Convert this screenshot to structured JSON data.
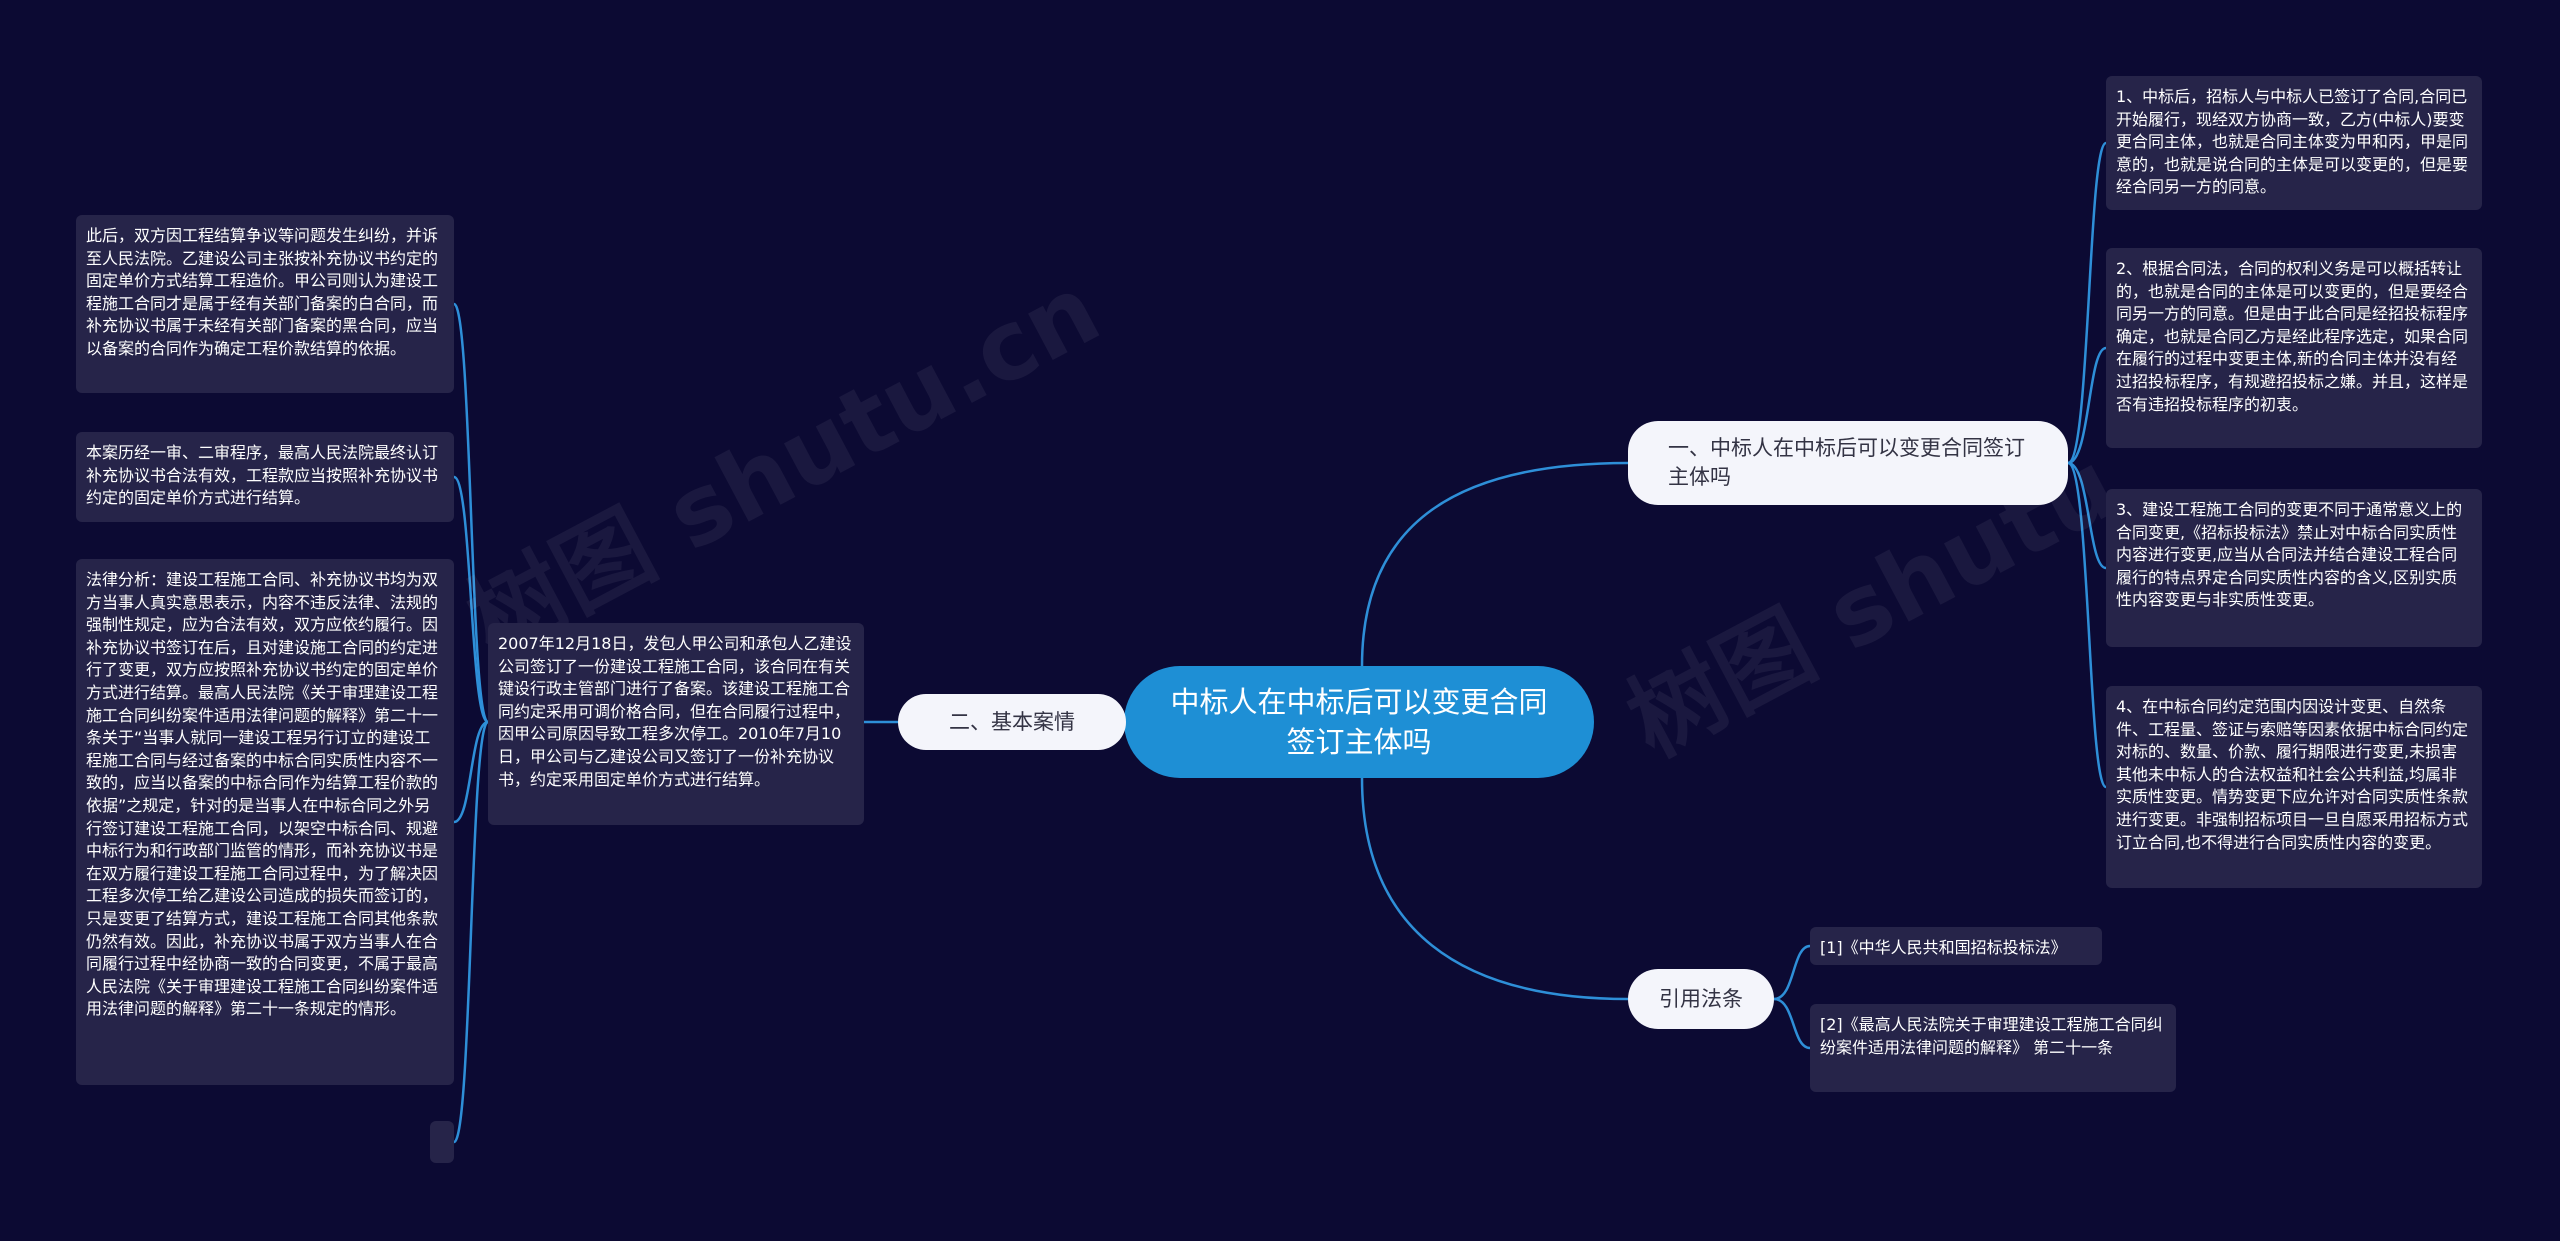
{
  "watermark": [
    "树图 shutu.cn",
    "树图 shutu"
  ],
  "root": {
    "label": "中标人在中标后可以变更合同签订主体吗"
  },
  "branch_right": {
    "label": "一、中标人在中标后可以变更合同签订主体吗",
    "items": [
      "1、中标后，招标人与中标人已签订了合同,合同已开始履行，现经双方协商一致，乙方(中标人)要变更合同主体，也就是合同主体变为甲和丙，甲是同意的，也就是说合同的主体是可以变更的，但是要经合同另一方的同意。",
      "2、根据合同法，合同的权利义务是可以概括转让的，也就是合同的主体是可以变更的，但是要经合同另一方的同意。但是由于此合同是经招投标程序确定，也就是合同乙方是经此程序选定，如果合同在履行的过程中变更主体,新的合同主体并没有经过招投标程序，有规避招投标之嫌。并且，这样是否有违招投标程序的初衷。",
      "3、建设工程施工合同的变更不同于通常意义上的合同变更,《招标投标法》禁止对中标合同实质性内容进行变更,应当从合同法并结合建设工程合同履行的特点界定合同实质性内容的含义,区别实质性内容变更与非实质性变更。",
      "4、在中标合同约定范围内因设计变更、自然条件、工程量、签证与索赔等因素依据中标合同约定对标的、数量、价款、履行期限进行变更,未损害其他未中标人的合法权益和社会公共利益,均属非实质性变更。情势变更下应允许对合同实质性条款进行变更。非强制招标项目一旦自愿采用招标方式订立合同,也不得进行合同实质性内容的变更。"
    ]
  },
  "branch_left": {
    "label": "二、基本案情",
    "case": "2007年12月18日，发包人甲公司和承包人乙建设公司签订了一份建设工程施工合同，该合同在有关键设行政主管部门进行了备案。该建设工程施工合同约定采用可调价格合同，但在合同履行过程中，因甲公司原因导致工程多次停工。2010年7月10日，甲公司与乙建设公司又签订了一份补充协议书，约定采用固定单价方式进行结算。",
    "items": [
      "此后，双方因工程结算争议等问题发生纠纷，并诉至人民法院。乙建设公司主张按补充协议书约定的固定单价方式结算工程造价。甲公司则认为建设工程施工合同才是属于经有关部门备案的白合同，而补充协议书属于未经有关部门备案的黑合同，应当以备案的合同作为确定工程价款结算的依据。",
      "本案历经一审、二审程序，最高人民法院最终认订补充协议书合法有效，工程款应当按照补充协议书约定的固定单价方式进行结算。",
      "法律分析：建设工程施工合同、补充协议书均为双方当事人真实意思表示，内容不违反法律、法规的强制性规定，应为合法有效，双方应依约履行。因补充协议书签订在后，且对建设施工合同的约定进行了变更，双方应按照补充协议书约定的固定单价方式进行结算。最高人民法院《关于审理建设工程施工合同纠纷案件适用法律问题的解释》第二十一条关于“当事人就同一建设工程另行订立的建设工程施工合同与经过备案的中标合同实质性内容不一致的，应当以备案的中标合同作为结算工程价款的依据”之规定，针对的是当事人在中标合同之外另行签订建设工程施工合同，以架空中标合同、规避中标行为和行政部门监管的情形，而补充协议书是在双方履行建设工程施工合同过程中，为了解决因工程多次停工给乙建设公司造成的损失而签订的，只是变更了结算方式，建设工程施工合同其他条款仍然有效。因此，补充协议书属于双方当事人在合同履行过程中经协商一致的合同变更，不属于最高人民法院《关于审理建设工程施工合同纠纷案件适用法律问题的解释》第二十一条规定的情形。",
      ""
    ]
  },
  "branch_cite": {
    "label": "引用法条",
    "items": [
      "[1]《中华人民共和国招标投标法》",
      "[2]《最高人民法院关于审理建设工程施工合同纠纷案件适用法律问题的解释》 第二十一条"
    ]
  },
  "colors": {
    "background": "#0c0a33",
    "root": "#1e8fd5",
    "branch": "#f4f5fb",
    "leaf": "#262449",
    "link": "#2e8fd8"
  }
}
